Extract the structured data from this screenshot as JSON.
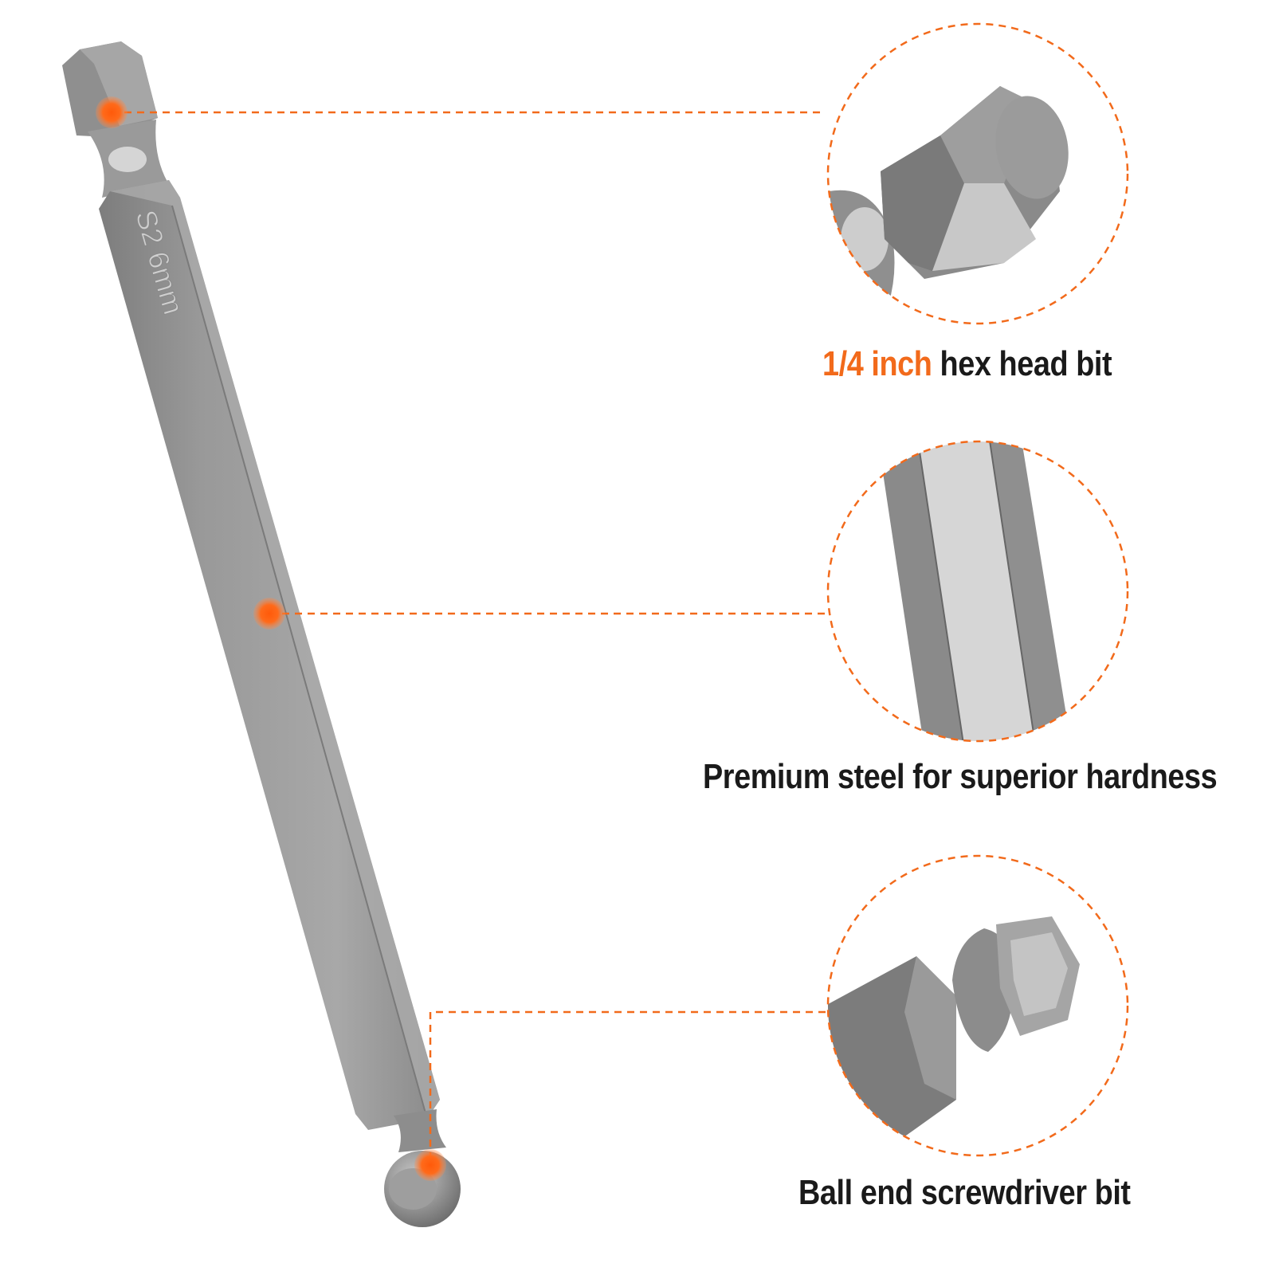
{
  "bit": {
    "marking": "S2 6mm"
  },
  "callouts": [
    {
      "highlight": "1/4 inch",
      "text": " hex head bit"
    },
    {
      "text": "Premium steel for superior hardness"
    },
    {
      "text": "Ball end screwdriver bit"
    }
  ],
  "colors": {
    "accent": "#f26a1b",
    "steel_light": "#b9b9b9",
    "steel_mid": "#8c8c8c",
    "steel_dark": "#5e5e5e",
    "text": "#1a1a1a"
  }
}
